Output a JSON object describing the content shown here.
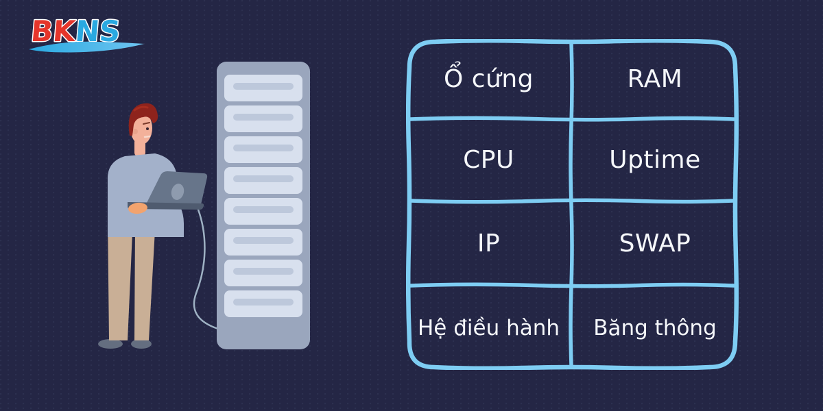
{
  "logo": {
    "bk": "BK",
    "ns": "NS"
  },
  "table": {
    "rows": [
      {
        "cells": [
          "Ổ cứng",
          "RAM"
        ]
      },
      {
        "cells": [
          "CPU",
          "Uptime"
        ]
      },
      {
        "cells": [
          "IP",
          "SWAP"
        ]
      },
      {
        "cells": [
          "Hệ điều hành",
          "Băng thông"
        ]
      }
    ]
  },
  "colors": {
    "background": "#242645",
    "table_border": "#7ECDF3",
    "table_text": "#F5F7FA",
    "logo_red": "#E5352B",
    "logo_blue": "#2AA9E1",
    "server_rack_body": "#9AA6BD",
    "server_panel": "#D8E0EE"
  },
  "icons": {
    "person": "person-with-laptop-icon",
    "server": "server-rack-icon",
    "cable": "cable-icon",
    "swoosh": "logo-swoosh-icon"
  }
}
